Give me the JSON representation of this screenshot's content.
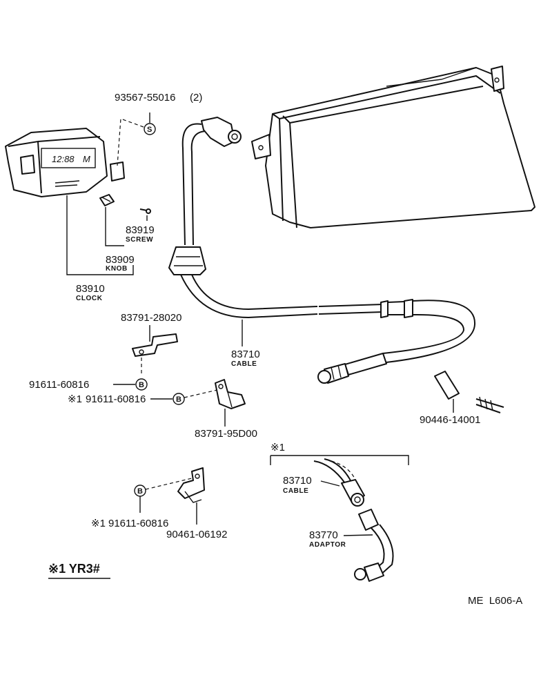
{
  "parts": {
    "screw_bolt": {
      "number": "93567-55016",
      "qty": "(2)",
      "symbol": "S"
    },
    "screw": {
      "number": "83919",
      "name": "SCREW"
    },
    "knob": {
      "number": "83909",
      "name": "KNOB"
    },
    "clock": {
      "number": "83910",
      "name": "CLOCK",
      "display": "12:88"
    },
    "clamp_upper": {
      "number": "83791-28020"
    },
    "cable": {
      "number": "83710",
      "name": "CABLE"
    },
    "bolt_b1": {
      "number": "91611-60816",
      "symbol": "B"
    },
    "bolt_b2": {
      "marker": "※1",
      "number": "91611-60816",
      "symbol": "B"
    },
    "clamp_lower": {
      "number": "83791-95D00"
    },
    "grommet": {
      "number": "90446-14001"
    },
    "variant_marker": "※1",
    "cable_variant": {
      "number": "83710",
      "name": "CABLE"
    },
    "adaptor": {
      "number": "83770",
      "name": "ADAPTOR"
    },
    "bolt_b3": {
      "marker": "※1",
      "number": "91611-60816",
      "symbol": "B"
    },
    "clip": {
      "number": "90461-06192"
    }
  },
  "footnote": "※1 YR3#",
  "diagram_code": "ME  L606-A"
}
